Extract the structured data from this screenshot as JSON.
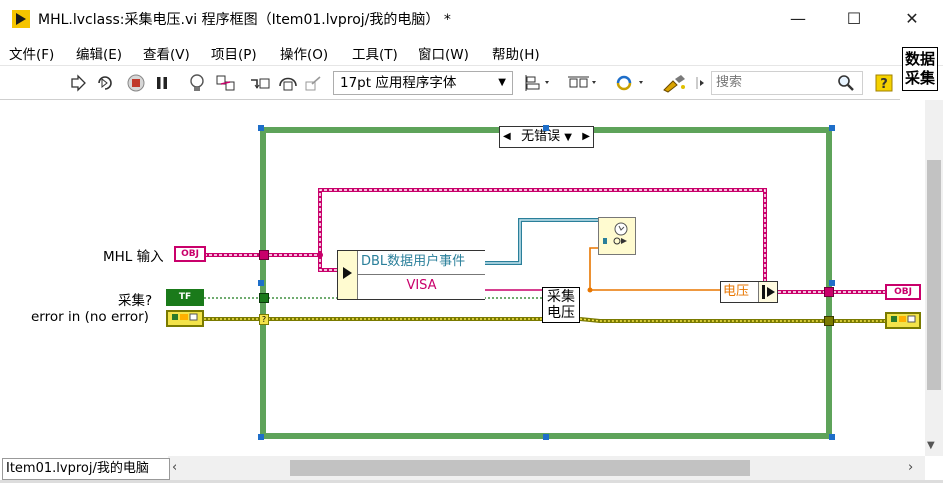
{
  "window": {
    "title": "MHL.lvclass:采集电压.vi 程序框图（Item01.lvproj/我的电脑） *",
    "minimize": "—",
    "maximize": "☐",
    "close": "✕"
  },
  "menu": [
    "文件(F)",
    "编辑(E)",
    "查看(V)",
    "项目(P)",
    "操作(O)",
    "工具(T)",
    "窗口(W)",
    "帮助(H)"
  ],
  "toolbar": {
    "font": "17pt 应用程序字体",
    "search_placeholder": "搜索",
    "palette_label": "数据\n采集"
  },
  "diagram": {
    "case_selector": "无错误",
    "input_mhl": "MHL 输入",
    "input_acquire": "采集?",
    "input_error": "error in (no error)",
    "terminal_obj": "OBJ",
    "terminal_tf": "TF",
    "unbundle_item1": "DBL数据用户事件",
    "unbundle_item2": "VISA",
    "subvi_text": "采集\n电压",
    "bundle_item": "电压",
    "colors": {
      "object_wire": "#c9006b",
      "error_wire": "#7a7a00",
      "bool_wire": "#1a7a1a",
      "dbl_wire": "#e87600",
      "case_border": "#5ea35a",
      "handle": "#1e6ec9"
    }
  },
  "status": {
    "path": "Item01.lvproj/我的电脑"
  }
}
